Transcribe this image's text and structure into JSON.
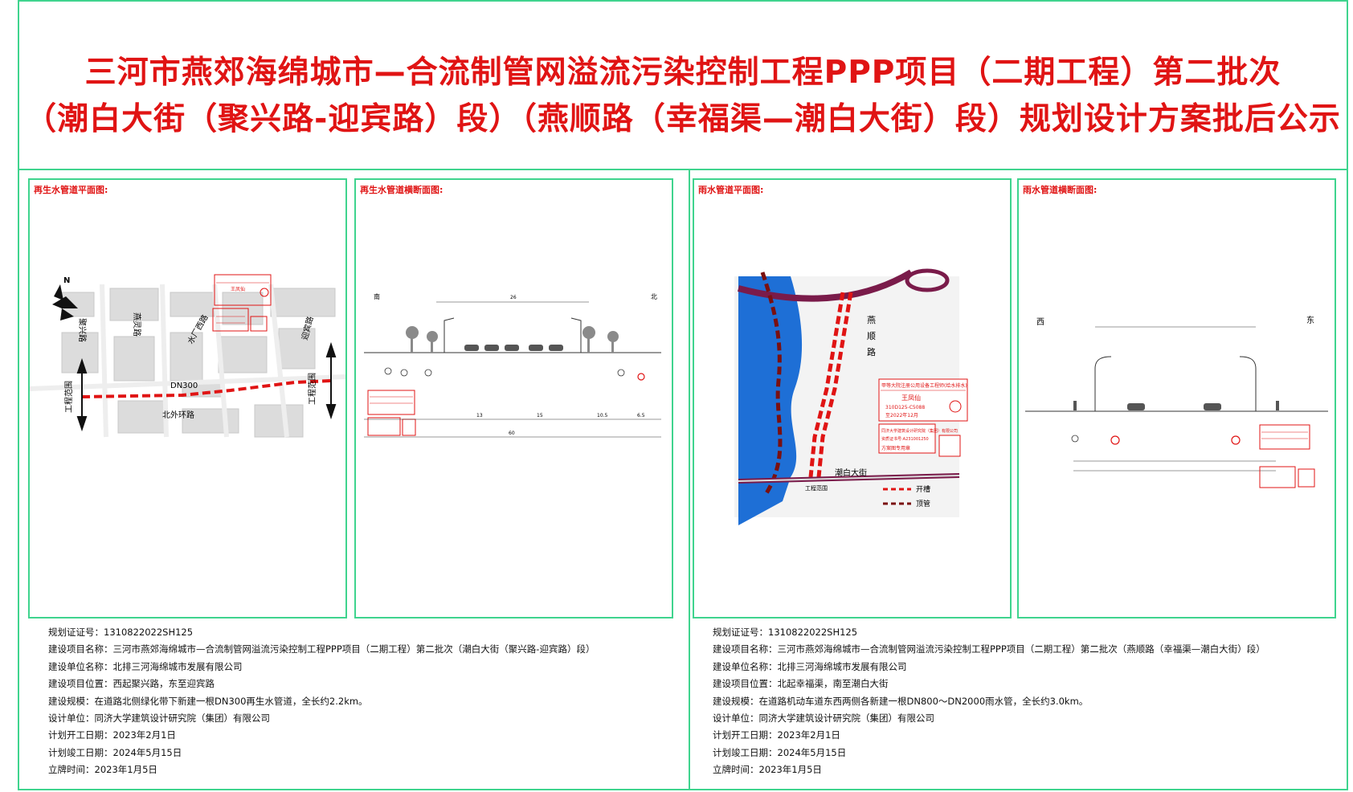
{
  "title": {
    "line1": "三河市燕郊海绵城市—合流制管网溢流污染控制工程PPP项目（二期工程）第二批次",
    "line2": "（潮白大街（聚兴路-迎宾路）段）（燕顺路（幸福渠—潮白大街）段）规划设计方案批后公示"
  },
  "panels": {
    "left_plan": {
      "title": "再生水管道平面图:",
      "north": "N",
      "roads": [
        "聚兴路",
        "燕灵路",
        "水厂西路",
        "北外环路",
        "迎宾路"
      ],
      "pipe_label": "DN300",
      "boundary_left": "工程范围",
      "boundary_right": "工程范围",
      "stamp": "王凤仙"
    },
    "left_section": {
      "title": "再生水管道横断面图:",
      "south": "南",
      "north": "北",
      "dims": [
        "26",
        "13",
        "15",
        "10.5",
        "6.5",
        "60"
      ]
    },
    "right_plan": {
      "title": "雨水管道平面图:",
      "roads": [
        "燕",
        "顺",
        "路",
        "潮白大街",
        "工程范围"
      ],
      "stamp_title": "甲等大院注册公用设备工程师(给水排水)",
      "stamp_name": "王凤仙",
      "stamp_no": "310D125-C5088",
      "stamp_valid": "至2022年12月",
      "institute": "同济大学建筑设计研究院（集团）有限公司",
      "cert_no": "资质证书号:A231001250",
      "seal_text": "方案图专用章",
      "legend": [
        {
          "label": "开槽",
          "color": "#e01414"
        },
        {
          "label": "顶管",
          "color": "#7a1010"
        }
      ]
    },
    "right_section": {
      "title": "雨水管道横断面图:",
      "west": "西",
      "east": "东"
    }
  },
  "info_left": [
    "规划证证号：1310822022SH125",
    "建设项目名称：三河市燕郊海绵城市—合流制管网溢流污染控制工程PPP项目（二期工程）第二批次（潮白大街（聚兴路-迎宾路）段）",
    "建设单位名称：北排三河海绵城市发展有限公司",
    "建设项目位置：西起聚兴路，东至迎宾路",
    "建设规模：在道路北侧绿化带下新建一根DN300再生水管道，全长约2.2km。",
    "设计单位：同济大学建筑设计研究院（集团）有限公司",
    "计划开工日期：2023年2月1日",
    "计划竣工日期：2024年5月15日",
    "立牌时间：2023年1月5日"
  ],
  "info_right": [
    "规划证证号：1310822022SH125",
    "建设项目名称：三河市燕郊海绵城市—合流制管网溢流污染控制工程PPP项目（二期工程）第二批次（燕顺路（幸福渠—潮白大街）段）",
    "建设单位名称：北排三河海绵城市发展有限公司",
    "建设项目位置：北起幸福渠，南至潮白大街",
    "建设规模：在道路机动车道东西两侧各新建一根DN800～DN2000雨水管，全长约3.0km。",
    "设计单位：同济大学建筑设计研究院（集团）有限公司",
    "计划开工日期：2023年2月1日",
    "计划竣工日期：2024年5月15日",
    "立牌时间：2023年1月5日"
  ],
  "colors": {
    "frame": "#3fd48e",
    "title": "#e01414",
    "river": "#1e6fd6",
    "pipe": "#e01414",
    "road": "#7a1b4a"
  }
}
